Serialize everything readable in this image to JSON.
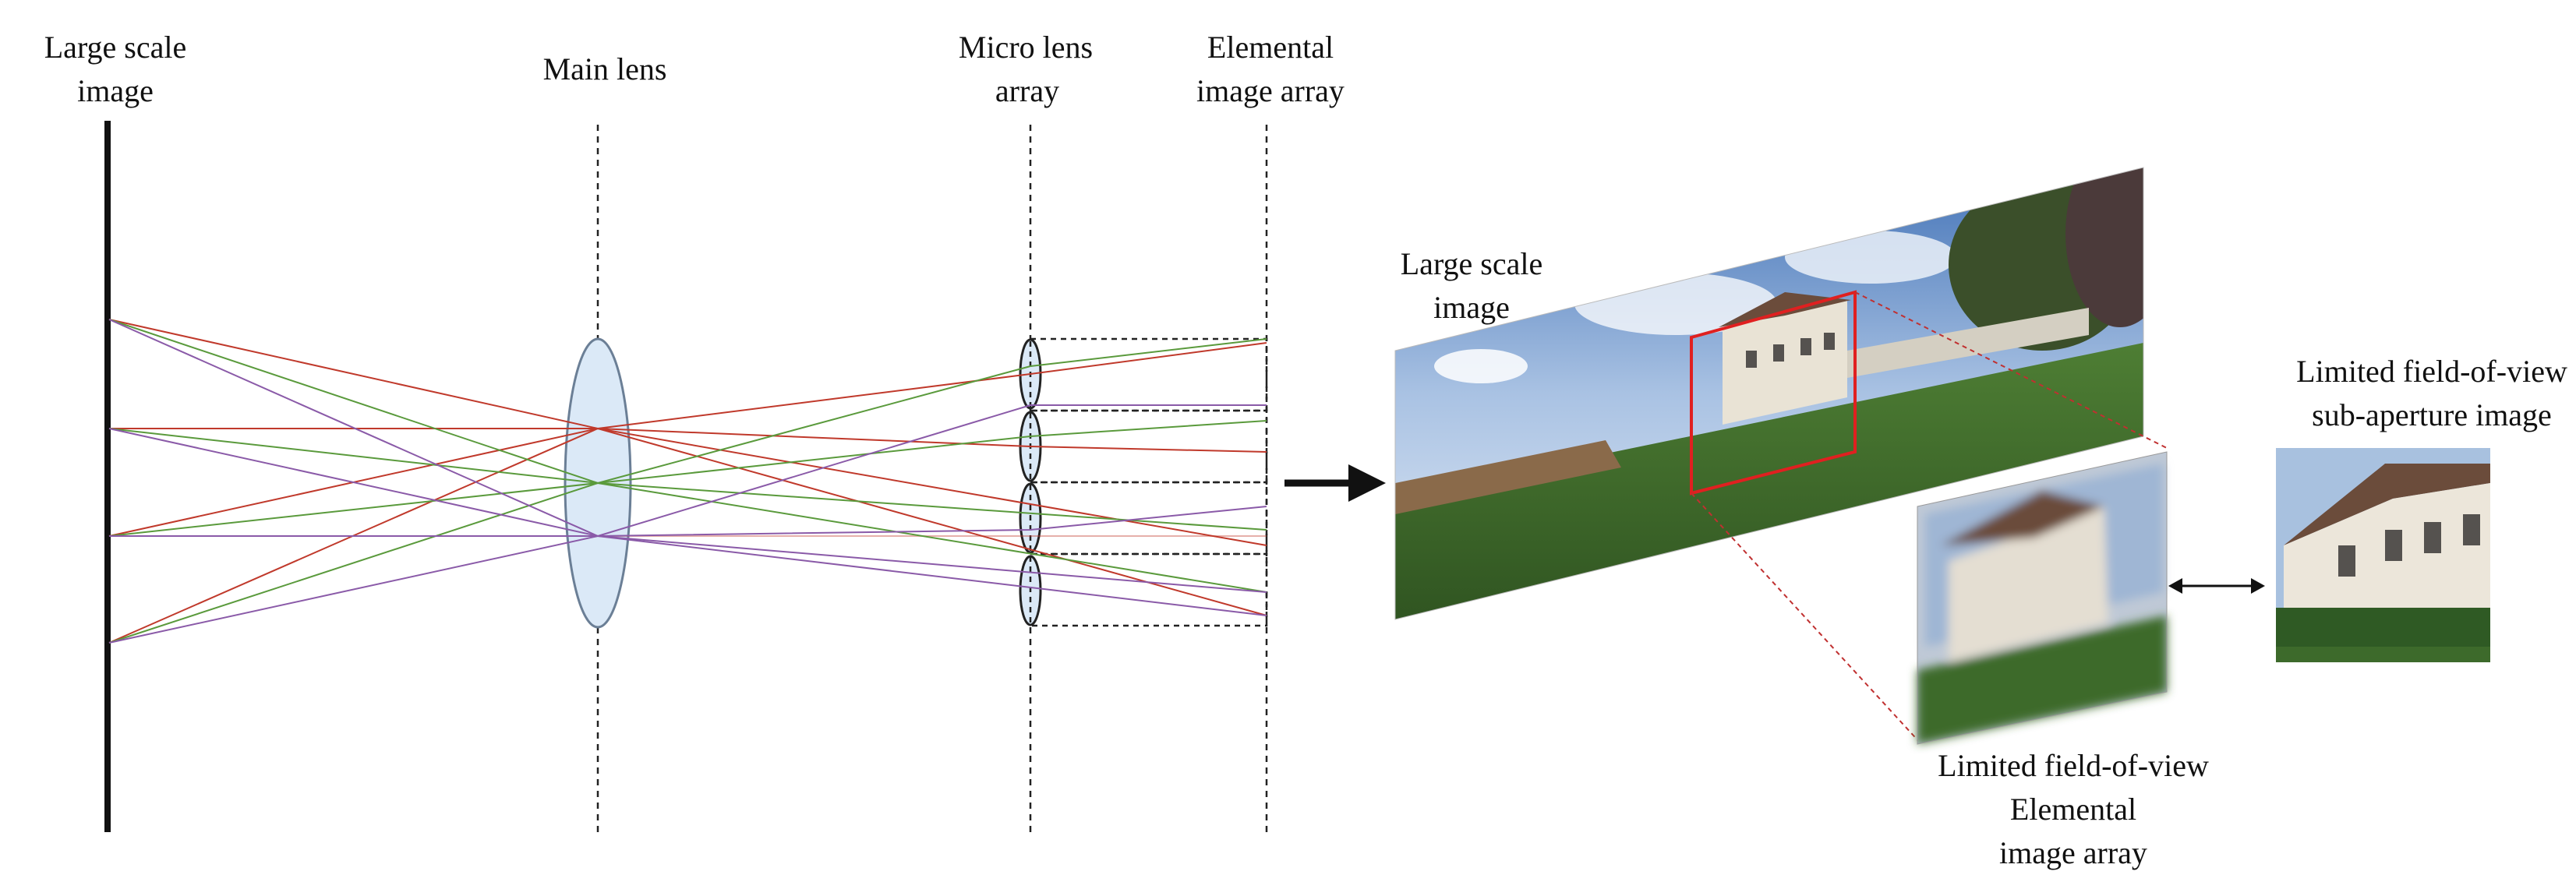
{
  "labels": {
    "large_scale_image_line1": "Large scale",
    "large_scale_image_line2": "image",
    "main_lens": "Main lens",
    "micro_lens_line1": "Micro lens",
    "micro_lens_line2": "array",
    "elemental_line1": "Elemental",
    "elemental_line2": "image array",
    "scene_large_line1": "Large scale",
    "scene_large_line2": "image",
    "sub_aperture_line1": "Limited field-of-view",
    "sub_aperture_line2": "sub-aperture image",
    "lf_elemental_line1": "Limited field-of-view",
    "lf_elemental_line2": "Elemental",
    "lf_elemental_line3": "image array"
  },
  "colors": {
    "ray_red": "#c0392b",
    "ray_green": "#5a9a3c",
    "ray_purple": "#8a5aa8",
    "lens_fill": "#dbe9f7",
    "lens_stroke": "#6b7f96",
    "highlight_red": "#e02020",
    "sky": "#5b86c4",
    "grass": "#3f6b2b"
  },
  "icons": {
    "arrow": "right-arrow-icon",
    "double_arrow": "left-right-arrow-icon"
  }
}
